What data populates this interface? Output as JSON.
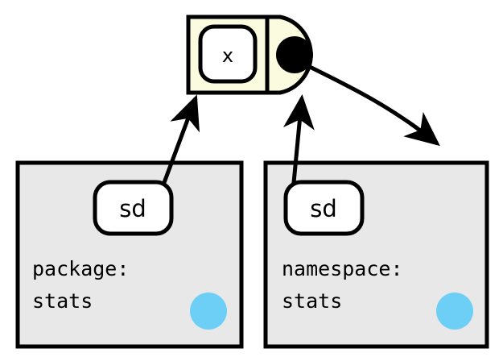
{
  "diagram": {
    "title": "package/namespace search path diagram",
    "colors": {
      "node_fill": "#FBFBE0",
      "container_fill": "#E8E8E8",
      "stroke": "#000000",
      "badge_fill": "#FFFFFF",
      "dot_fill": "#000000",
      "marker_fill": "#6DCFF6"
    },
    "top_node": {
      "label": "x",
      "name": "environment-node",
      "body_shape": "rectangle",
      "tail_shape": "half-ellipse",
      "dot_name": "black-dot"
    },
    "containers": [
      {
        "name": "package-container",
        "badge": "sd",
        "label_line1": "package:",
        "label_line2": "stats",
        "marker": "blue-dot"
      },
      {
        "name": "namespace-container",
        "badge": "sd",
        "label_line1": "namespace:",
        "label_line2": "stats",
        "marker": "blue-dot"
      }
    ],
    "arrows": [
      {
        "name": "arrow-package-sd-to-node",
        "style": "straight",
        "direction": "up-right"
      },
      {
        "name": "arrow-namespace-sd-to-node",
        "style": "straight",
        "direction": "up"
      },
      {
        "name": "arrow-node-dot-to-namespace",
        "style": "curved",
        "direction": "down-right"
      }
    ]
  }
}
